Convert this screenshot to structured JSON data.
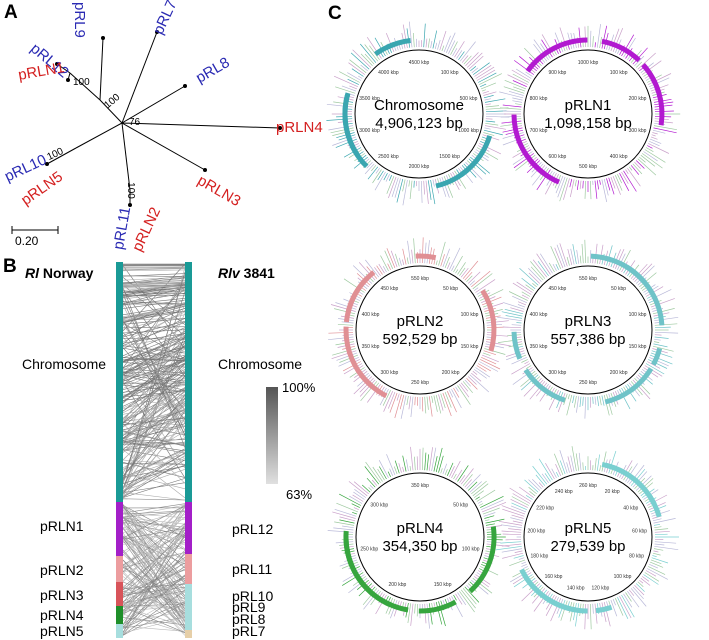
{
  "panels": {
    "a": "A",
    "b": "B",
    "c": "C"
  },
  "tree": {
    "scale_label": "0.20",
    "bootstrap": [
      "100",
      "100",
      "76",
      "100",
      "100"
    ],
    "leaves": [
      {
        "name": "pRL12",
        "color": "#2a2ab3"
      },
      {
        "name": "pRLN1",
        "color": "#d42020"
      },
      {
        "name": "pRL9",
        "color": "#2a2ab3"
      },
      {
        "name": "pRL7",
        "color": "#2a2ab3"
      },
      {
        "name": "pRL8",
        "color": "#2a2ab3"
      },
      {
        "name": "pRLN4",
        "color": "#d42020"
      },
      {
        "name": "pRL10",
        "color": "#2a2ab3"
      },
      {
        "name": "pRLN5",
        "color": "#d42020"
      },
      {
        "name": "pRLN3",
        "color": "#d42020"
      },
      {
        "name": "pRL11",
        "color": "#2a2ab3"
      },
      {
        "name": "pRLN2",
        "color": "#d42020"
      }
    ]
  },
  "synteny": {
    "left_title_italic": "Rl",
    "left_title_rest": " Norway",
    "right_title_italic": "Rlv",
    "right_title_rest": " 3841",
    "left_labels": [
      "Chromosome",
      "pRLN1",
      "pRLN2",
      "pRLN3",
      "pRLN4",
      "pRLN5"
    ],
    "right_labels": [
      "Chromosome",
      "pRL12",
      "pRL11",
      "pRL10",
      "pRL9",
      "pRL8",
      "pRL7"
    ],
    "legend_max": "100%",
    "legend_min": "63%",
    "colors": {
      "chromosome": "#1a9a96",
      "pRLN1": "#a31fc8",
      "pRLN2": "#ec9d9f",
      "pRLN3": "#d8545a",
      "pRLN4": "#1f8f2a",
      "pRLN5": "#a7dede",
      "pRL12": "#a31fc8",
      "pRL11": "#ec9d9f",
      "pRL10": "#a7dede",
      "pRL9": "#a7dede",
      "pRL8": "#a7dede",
      "pRL7": "#e6cfa8"
    }
  },
  "circles": [
    {
      "name": "Chromosome",
      "size": "4,906,123 bp",
      "accent": "#3aa6b0",
      "ticks": [
        "4500 kbp",
        "100 kbp",
        "500 kbp",
        "1000 kbp",
        "1500 kbp",
        "2000 kbp",
        "2500 kbp",
        "3000 kbp",
        "3500 kbp",
        "4000 kbp"
      ]
    },
    {
      "name": "pRLN1",
      "size": "1,098,158 bp",
      "accent": "#b21ad0",
      "ticks": [
        "1000 kbp",
        "100 kbp",
        "200 kbp",
        "300 kbp",
        "400 kbp",
        "500 kbp",
        "600 kbp",
        "700 kbp",
        "800 kbp",
        "900 kbp"
      ]
    },
    {
      "name": "pRLN2",
      "size": "592,529 bp",
      "accent": "#e08f94",
      "ticks": [
        "550 kbp",
        "50 kbp",
        "100 kbp",
        "150 kbp",
        "200 kbp",
        "250 kbp",
        "300 kbp",
        "350 kbp",
        "400 kbp",
        "450 kbp"
      ]
    },
    {
      "name": "pRLN3",
      "size": "557,386 bp",
      "accent": "#6fc3c8",
      "ticks": [
        "550 kbp",
        "50 kbp",
        "100 kbp",
        "150 kbp",
        "200 kbp",
        "250 kbp",
        "300 kbp",
        "350 kbp",
        "400 kbp",
        "450 kbp"
      ]
    },
    {
      "name": "pRLN4",
      "size": "354,350 bp",
      "accent": "#36a53e",
      "ticks": [
        "350 kbp",
        "50 kbp",
        "100 kbp",
        "150 kbp",
        "200 kbp",
        "250 kbp",
        "300 kbp"
      ]
    },
    {
      "name": "pRLN5",
      "size": "279,539 bp",
      "accent": "#79cfd0",
      "ticks": [
        "260 kbp",
        "20 kbp",
        "40 kbp",
        "60 kbp",
        "80 kbp",
        "100 kbp",
        "120 kbp",
        "140 kbp",
        "160 kbp",
        "180 kbp",
        "200 kbp",
        "220 kbp",
        "240 kbp"
      ]
    }
  ]
}
